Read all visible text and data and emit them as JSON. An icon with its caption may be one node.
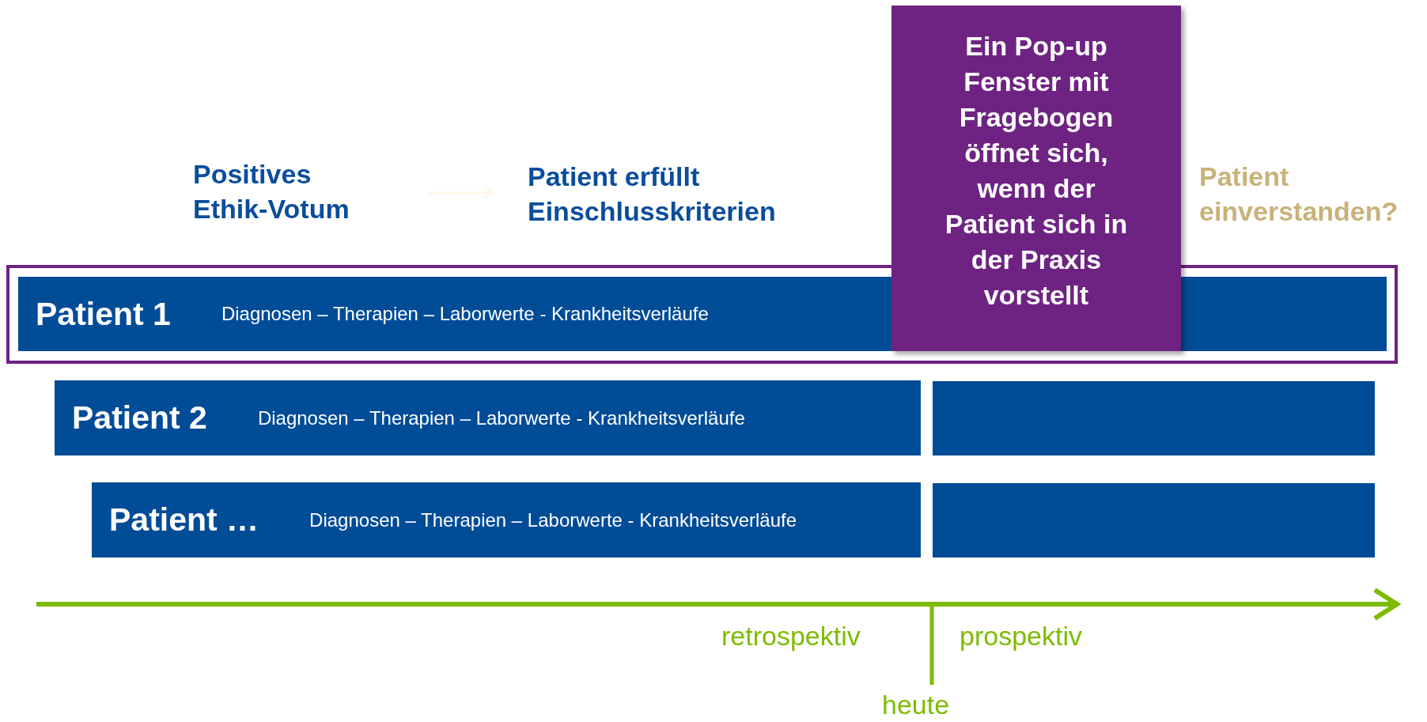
{
  "diagram": {
    "nodes": [
      {
        "text": [
          "Positives Ethik-Votum"
        ]
      },
      {
        "text": [
          "Patient erfüllt Einschlusskriterien"
        ]
      },
      {
        "text": [
          "Ein Pop-up Fenster mit Fragebogen öffnet sich, wenn der Patient sich in der Praxis vorstellt"
        ]
      },
      {
        "text": [
          "Patient einverstanden?"
        ]
      },
      {
        "text": [
          "Patient 1",
          "Diagnosen – Therapien – Laborwerte - Krankheitsverläufe"
        ]
      },
      {
        "text": [
          "Patient 2",
          "Diagnosen – Therapien – Laborwerte - Krankheitsverläufe"
        ]
      },
      {
        "text": [],
        "shape": "box"
      },
      {
        "text": [
          "Patient …",
          "Diagnosen – Therapien – Laborwerte - Krankheitsverläufe"
        ]
      },
      {
        "text": [],
        "shape": "box"
      }
    ],
    "edges": [
      {
        "from": 0,
        "to": 1,
        "arrow": "to",
        "color": "#fff8e6"
      }
    ],
    "labels": [
      "retrospektiv",
      "prospektiv",
      "heute"
    ]
  }
}
